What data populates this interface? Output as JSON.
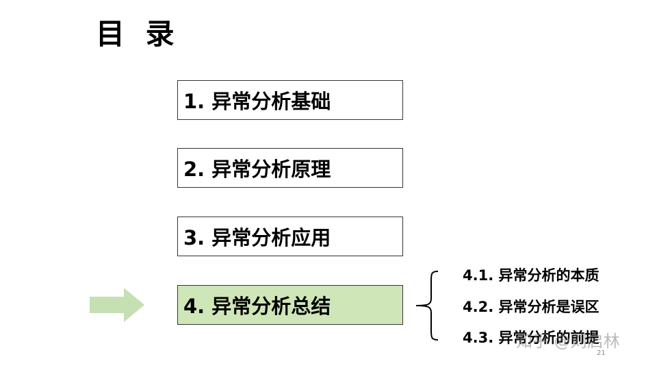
{
  "slide": {
    "title": "目 录",
    "toc_items": [
      {
        "label": "1. 异常分析基础"
      },
      {
        "label": "2. 异常分析原理"
      },
      {
        "label": "3. 异常分析应用"
      },
      {
        "label": "4. 异常分析总结"
      }
    ],
    "active_index": 3,
    "sub_items": [
      {
        "label": "4.1. 异常分析的本质"
      },
      {
        "label": "4.2. 异常分析是误区"
      },
      {
        "label": "4.3. 异常分析的前提"
      }
    ],
    "watermark": "知乎 @刘启林",
    "page_number": "21"
  },
  "colors": {
    "active_fill": "#cfe6b8",
    "arrow_fill": "#c5e0b2",
    "box_border": "#333333",
    "text": "#000000"
  },
  "icons": {
    "pointer": "right-arrow-icon",
    "group": "curly-brace-icon"
  }
}
